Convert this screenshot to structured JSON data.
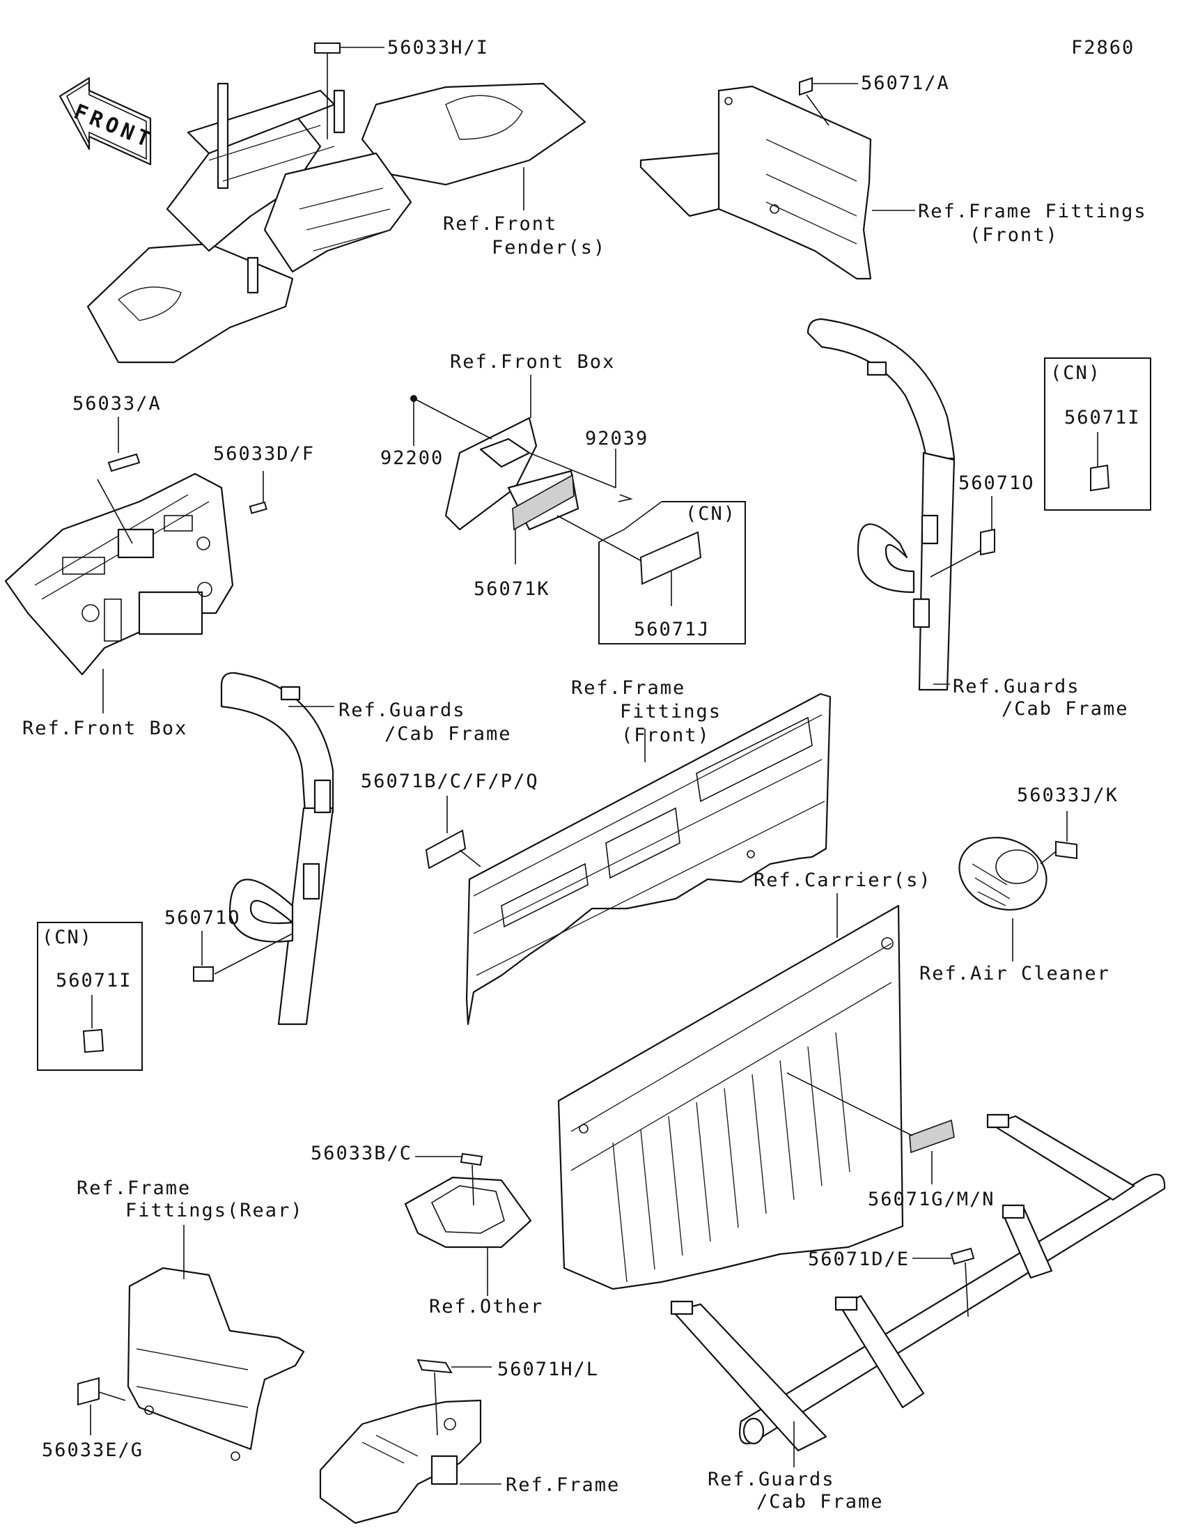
{
  "figure_code": "F2860",
  "direction_arrow": {
    "label": "FRONT",
    "icon": "front-direction-arrow"
  },
  "callouts": {
    "c56033HI": "56033H/I",
    "c56071A": "56071/A",
    "refFrontFender1": "Ref.Front",
    "refFrontFender2": "Fender(s)",
    "refFrameFittingsFrontTop1": "Ref.Frame Fittings",
    "refFrameFittingsFrontTop2": "(Front)",
    "c56033A": "56033/A",
    "c56033DF": "56033D/F",
    "refFrontBoxTop": "Ref.Front Box",
    "c92200": "92200",
    "c92039": "92039",
    "cnUpper": "(CN)",
    "c56071K": "56071K",
    "c56071J": "56071J",
    "cnRight": "(CN)",
    "c56071IRight": "56071I",
    "c56071ORight": "56071O",
    "refFrontBoxLeft": "Ref.Front Box",
    "refGuardsRight1": "Ref.Guards",
    "refGuardsRight2": "/Cab Frame",
    "refGuardsLeft1": "Ref.Guards",
    "refGuardsLeft2": "/Cab Frame",
    "refFrameFittingsMid1": "Ref.Frame",
    "refFrameFittingsMid2": "Fittings",
    "refFrameFittingsMid3": "(Front)",
    "c56071BCFPQ": "56071B/C/F/P/Q",
    "c56033JK": "56033J/K",
    "refCarriers": "Ref.Carrier(s)",
    "refAirCleaner": "Ref.Air Cleaner",
    "c56071OLeft": "56071O",
    "cnLeft": "(CN)",
    "c56071ILeft": "56071I",
    "c56033BC": "56033B/C",
    "c56071GMN": "56071G/M/N",
    "refFrameFittingsRear1": "Ref.Frame",
    "refFrameFittingsRear2": "Fittings(Rear)",
    "refOther": "Ref.Other",
    "c56071DE": "56071D/E",
    "c56071HL": "56071H/L",
    "c56033EG": "56033E/G",
    "refFrame": "Ref.Frame",
    "refGuardsBottom1": "Ref.Guards",
    "refGuardsBottom2": "/Cab Frame"
  }
}
